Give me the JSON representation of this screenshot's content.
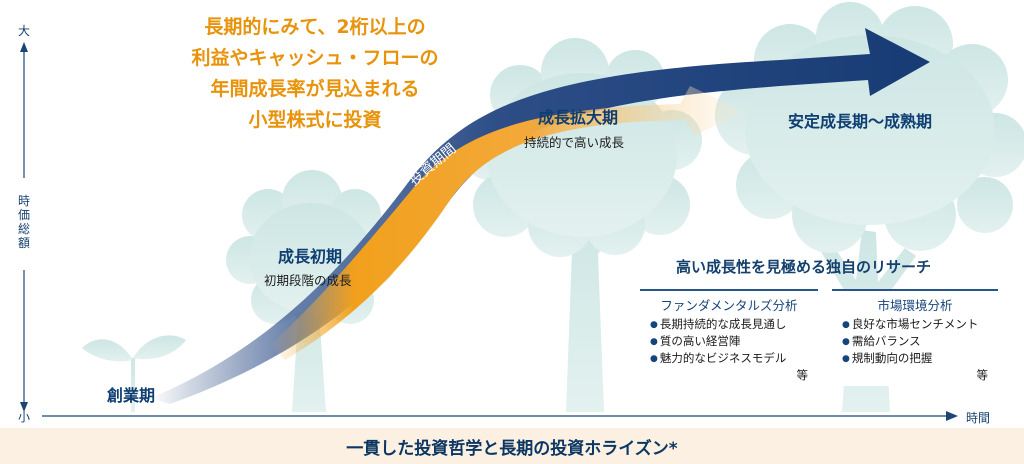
{
  "axis": {
    "y_high": "大",
    "y_label": "時価総額",
    "y_low": "小",
    "x_label": "時間"
  },
  "title_lines": [
    "長期的にみて、2桁以上の",
    "利益やキャッシュ・フローの",
    "年間成長率が見込まれる",
    "小型株式に投資"
  ],
  "arrow_label": "投資期間",
  "stages": {
    "founding": {
      "name": "創業期"
    },
    "early": {
      "name": "成長初期",
      "sub": "初期段階の成長"
    },
    "expansion": {
      "name": "成長拡大期",
      "sub": "持続的で高い成長"
    },
    "mature": {
      "name": "安定成長期〜成熟期"
    }
  },
  "research": {
    "title": "高い成長性を見極める独自のリサーチ",
    "fundamentals": {
      "header": "ファンダメンタルズ分析",
      "items": [
        "長期持続的な成長見通し",
        "質の高い経営陣",
        "魅力的なビジネスモデル"
      ],
      "etc": "等"
    },
    "market": {
      "header": "市場環境分析",
      "items": [
        "良好な市場センチメント",
        "需給バランス",
        "規制動向の把握"
      ],
      "etc": "等"
    }
  },
  "footer": "一貫した投資哲学と長期の投資ホライズン*",
  "colors": {
    "tree": "#d2e9e7",
    "arrow_dark": "#1b3f78",
    "arrow_orange": "#f2a01c",
    "title_orange": "#e8930c",
    "navy_text": "#0e3e72",
    "footer_band": "#fbf0e2"
  }
}
